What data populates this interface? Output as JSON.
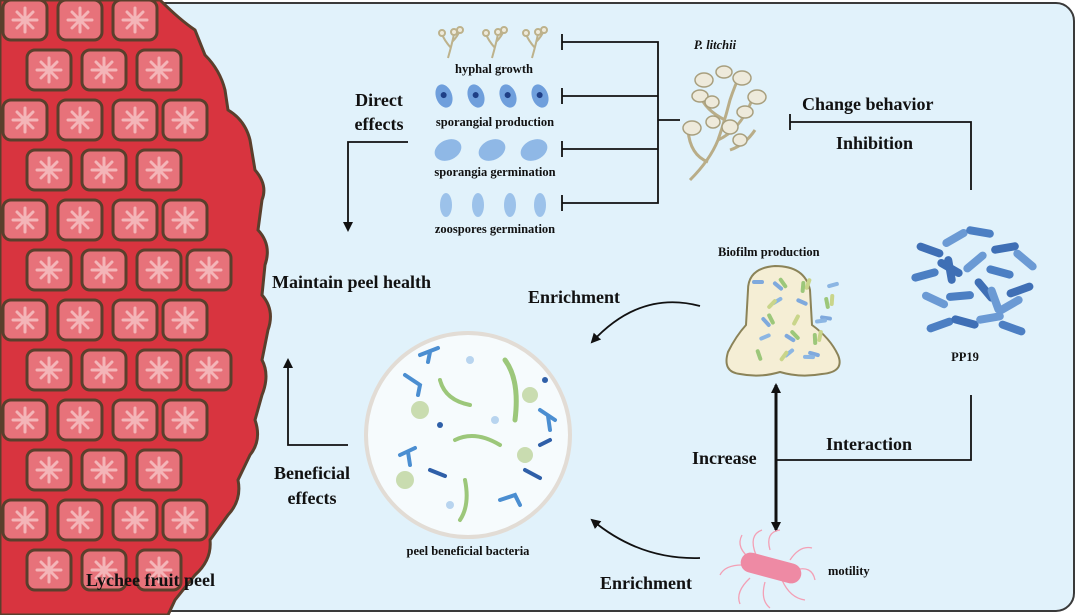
{
  "colors": {
    "panel_bg": "#e1f2fb",
    "panel_border": "#3a3a3a",
    "peel_red": "#d8343f",
    "peel_dark": "#5a3f2c",
    "peel_cell": "#e7727a",
    "arrow": "#111111",
    "bacteria_blue": "#4b7fc6",
    "spore_blue": "#8fb8e6",
    "green": "#9cc77a",
    "pink": "#f4a7b8"
  },
  "labels": {
    "p_litchii": "P. litchii",
    "hyphal_growth": "hyphal growth",
    "sporangial_production": "sporangial production",
    "sporangia_germination": "sporangia germination",
    "zoospores_germination": "zoospores germination",
    "direct_effects": "Direct effects",
    "change_behavior": "Change behavior",
    "inhibition": "Inhibition",
    "maintain_peel_health": "Maintain peel health",
    "biofilm_production": "Biofilm production",
    "pp19": "PP19",
    "enrichment_top": "Enrichment",
    "enrichment_bottom": "Enrichment",
    "beneficial_effects": "Beneficial effects",
    "peel_beneficial_bacteria": "peel beneficial bacteria",
    "increase": "Increase",
    "interaction": "Interaction",
    "motility": "motility",
    "lychee_fruit_peel": "Lychee fruit peel"
  }
}
